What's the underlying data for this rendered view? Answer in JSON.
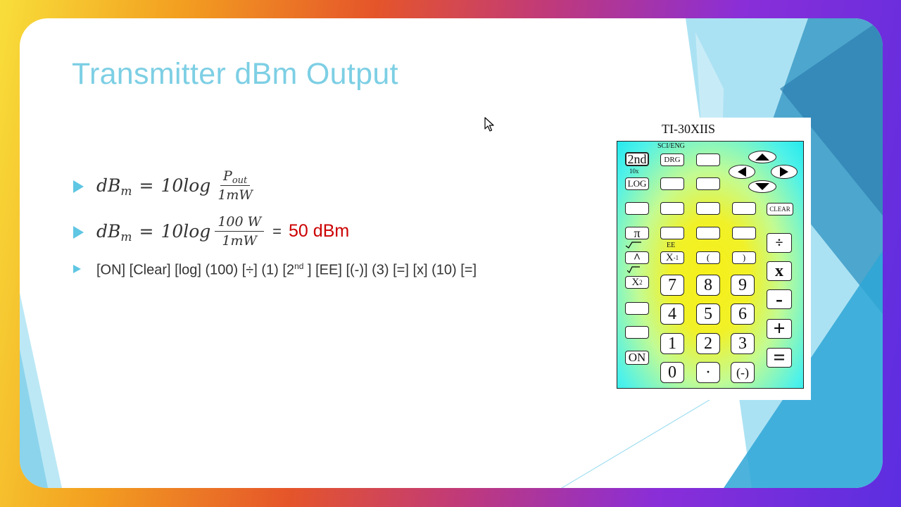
{
  "slide": {
    "title": "Transmitter dBm Output",
    "formula1": {
      "lhs": "dB",
      "lhs_sub": "m",
      "equals": "=",
      "coeff": "10log",
      "num": "P",
      "num_sub": "out",
      "den": "1mW"
    },
    "formula2": {
      "lhs": "dB",
      "lhs_sub": "m",
      "equals": "=",
      "coeff": "10log",
      "num": "100 W",
      "den": "1mW",
      "result_equals": "=",
      "result": "50 dBm"
    },
    "key_sequence_before_sup": "[ON] [Clear] [log] (100) [÷] (1) [2",
    "key_sequence_sup": "nd",
    "key_sequence_after_sup": " ] [EE] [(-)] (3) [=] [x] (10) [=]",
    "colors": {
      "title": "#7dcfe4",
      "bullet": "#5fc6e3",
      "result": "#cc0000"
    }
  },
  "calculator": {
    "model": "TI-30XIIS",
    "labels": {
      "sci_eng": "SCI/ENG",
      "ten_x": "10x",
      "ee": "EE"
    },
    "keys": {
      "second": "2nd",
      "drg": "DRG",
      "log": "LOG",
      "clear": "CLEAR",
      "pi": "π",
      "caret": "^",
      "x_inv": "X",
      "x_inv_sup": "-1",
      "lparen": "(",
      "rparen": ")",
      "divide": "÷",
      "x_sq": "X",
      "x_sq_sup": "2",
      "seven": "7",
      "eight": "8",
      "nine": "9",
      "times": "x",
      "minus": "-",
      "four": "4",
      "five": "5",
      "six": "6",
      "plus": "+",
      "one": "1",
      "two": "2",
      "three": "3",
      "on": "ON",
      "zero": "0",
      "dot": "·",
      "neg": "(-)",
      "equals": "="
    }
  }
}
